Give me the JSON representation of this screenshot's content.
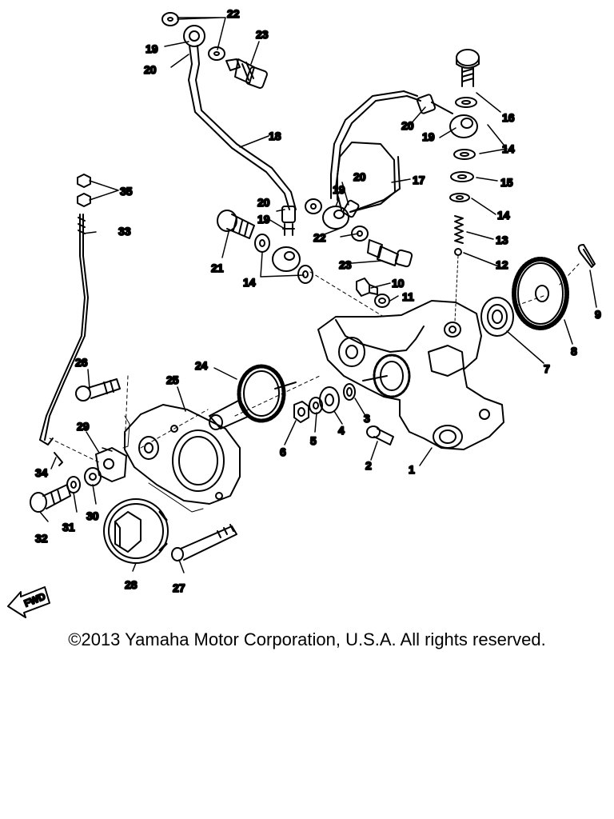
{
  "diagram": {
    "callouts": [
      "1",
      "2",
      "3",
      "4",
      "5",
      "6",
      "7",
      "8",
      "9",
      "10",
      "11",
      "12",
      "13",
      "14",
      "15",
      "16",
      "17",
      "18",
      "19",
      "20",
      "21",
      "22",
      "23",
      "24",
      "25",
      "26",
      "27",
      "28",
      "29",
      "30",
      "31",
      "32",
      "33",
      "34",
      "35"
    ],
    "fwd_label": "FWD"
  },
  "footer": {
    "copyright": "©2013 Yamaha Motor Corporation, U.S.A. All rights reserved."
  }
}
